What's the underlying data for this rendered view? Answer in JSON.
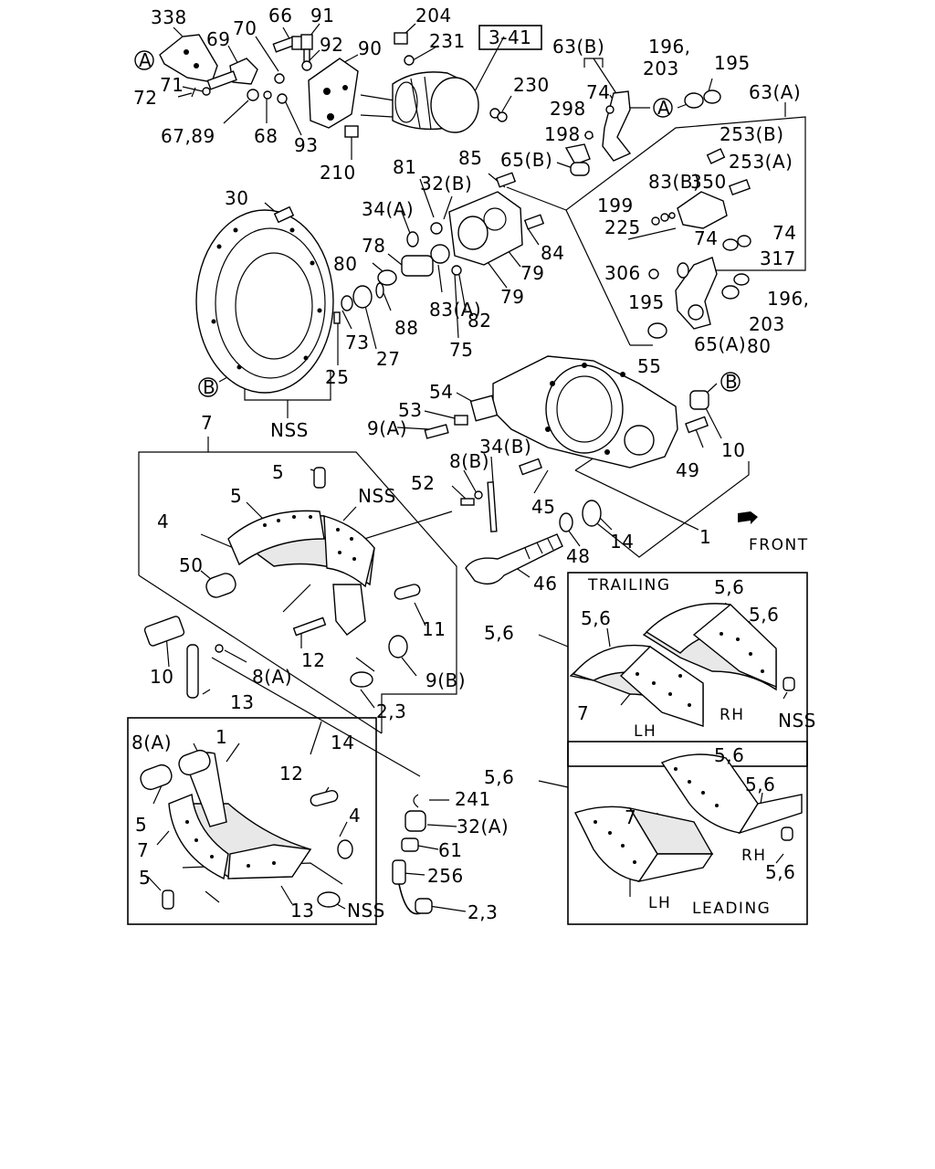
{
  "ref_box": "3-41",
  "front_label": "FRONT",
  "circle_refs": {
    "a": "A",
    "b": "B"
  },
  "panels": {
    "trailing_title": "TRAILING",
    "leading_title": "LEADING",
    "lh": "LH",
    "rh": "RH"
  },
  "callouts": [
    "338",
    "69",
    "70",
    "66",
    "91",
    "92",
    "90",
    "204",
    "231",
    "63(B)",
    "196,",
    "203",
    "195",
    "63(A)",
    "72",
    "71",
    "67,89",
    "68",
    "93",
    "210",
    "230",
    "74",
    "298",
    "198",
    "253(B)",
    "253(A)",
    "30",
    "85",
    "65(B)",
    "81",
    "32(B)",
    "83(B)",
    "350",
    "199",
    "225",
    "74",
    "74",
    "34(A)",
    "78",
    "80",
    "88",
    "84",
    "79",
    "79",
    "317",
    "306",
    "195",
    "196,",
    "203",
    "80",
    "83(A)",
    "82",
    "75",
    "73",
    "27",
    "25",
    "NSS",
    "65(A)",
    "55",
    "54",
    "53",
    "9(A)",
    "34(B)",
    "49",
    "10",
    "8(B)",
    "52",
    "45",
    "1",
    "7",
    "5",
    "5",
    "NSS",
    "4",
    "50",
    "46",
    "48",
    "14",
    "11",
    "10",
    "8(A)",
    "12",
    "9(B)",
    "13",
    "2,3",
    "5,6",
    "5,6",
    "5,6",
    "5,6",
    "7",
    "NSS",
    "8(A)",
    "1",
    "14",
    "12",
    "4",
    "5",
    "7",
    "5",
    "13",
    "NSS",
    "241",
    "32(A)",
    "61",
    "256",
    "2,3",
    "5,6",
    "5,6",
    "5,6",
    "7",
    "5,6"
  ]
}
